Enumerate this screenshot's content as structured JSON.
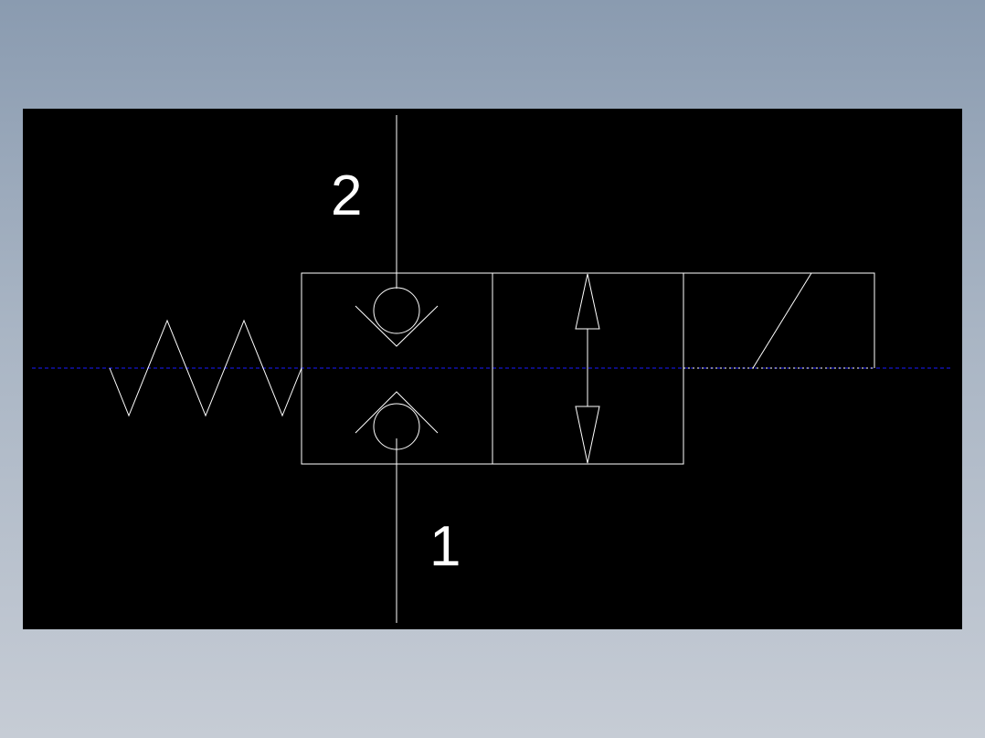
{
  "diagram": {
    "type": "hydraulic-valve-symbol",
    "description_free": true,
    "colors": {
      "background": "#000000",
      "lines": "#ffffff",
      "centerline": "#1a1aff"
    },
    "ports": {
      "top_label": "2",
      "bottom_label": "1"
    },
    "components": [
      "spring-icon",
      "check-valve-cell",
      "flow-arrow-cell",
      "solenoid-icon"
    ]
  }
}
